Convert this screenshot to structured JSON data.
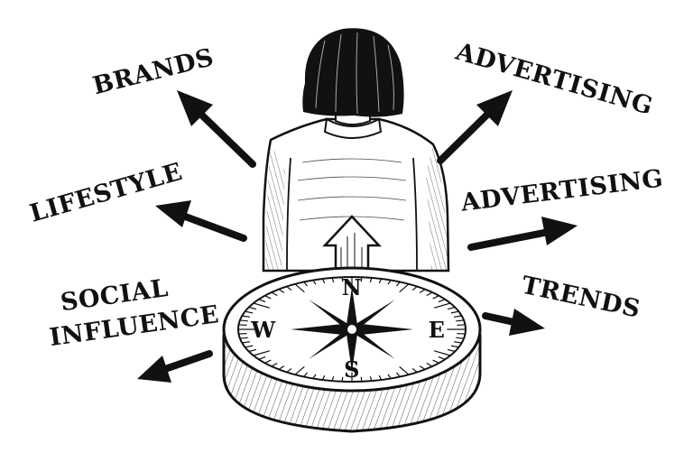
{
  "labels": {
    "brands": "BRANDS",
    "advertising_top": "ADVERTISING",
    "lifestyle": "LIFESTYLE",
    "advertising_mid": "ADVERTISING",
    "social": "SOCIAL",
    "influence": "INFLUENCE",
    "trends": "TRENDS"
  },
  "compass": {
    "north": "N",
    "south": "S",
    "east": "E",
    "west": "W"
  },
  "colors": {
    "ink": "#111111",
    "background": "#ffffff"
  }
}
